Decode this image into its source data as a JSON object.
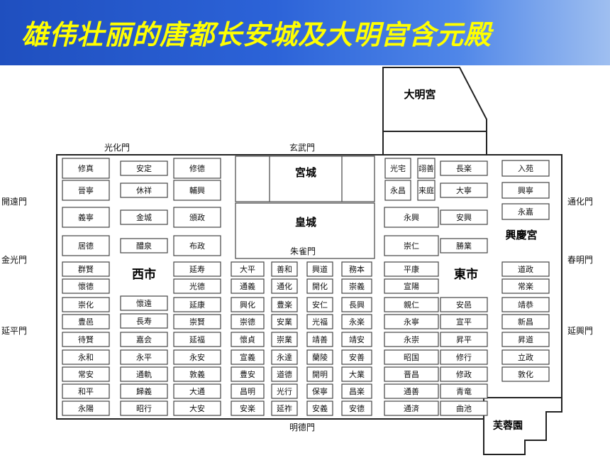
{
  "title": "雄伟壮丽的唐都长安城及大明宫含元殿",
  "gates": {
    "north_west": "光化門",
    "north_center": "玄武門",
    "south": "明德門",
    "west_1": "開遠門",
    "west_2": "金光門",
    "west_3": "延平門",
    "east_1": "通化門",
    "east_2": "春明門",
    "east_3": "延興門",
    "zhuque": "朱雀門"
  },
  "palaces": {
    "daming": "大明宮",
    "gongcheng": "宮城",
    "huangcheng": "皇城",
    "xingqing": "興慶宮",
    "furong": "芙蓉園"
  },
  "markets": {
    "west": "西市",
    "east": "東市"
  },
  "wards": {
    "col1": [
      "修真",
      "晉寧",
      "義寧",
      "居德",
      "群賢",
      "懷德",
      "崇化",
      "豊邑",
      "待賢",
      "永和",
      "常安",
      "和平",
      "永陽"
    ],
    "col2": [
      "安定",
      "休祥",
      "金城",
      "醴泉",
      "懷遠",
      "長寿",
      "嘉会",
      "永平",
      "通軌",
      "歸義",
      "昭行"
    ],
    "col3": [
      "修德",
      "輔興",
      "頒政",
      "布政",
      "延寿",
      "光德",
      "延康",
      "崇賢",
      "延福",
      "永安",
      "敦義",
      "大通",
      "大安"
    ],
    "col4": [
      "大平",
      "通義",
      "興化",
      "崇德",
      "懷貞",
      "宣義",
      "豊安",
      "昌明",
      "安楽"
    ],
    "col5": [
      "善和",
      "通化",
      "豊楽",
      "安業",
      "崇業",
      "永達",
      "道德",
      "光行",
      "延祚"
    ],
    "col6": [
      "興道",
      "開化",
      "安仁",
      "光福",
      "靖善",
      "蘭陵",
      "開明",
      "保寧",
      "安義"
    ],
    "col7": [
      "務本",
      "崇義",
      "長興",
      "永楽",
      "靖安",
      "安善",
      "大業",
      "昌楽",
      "安德"
    ],
    "col8": [
      "光宅",
      "永昌",
      "永興",
      "崇仁",
      "平康",
      "宣陽",
      "親仁",
      "永寧",
      "永崇",
      "昭国",
      "晋昌",
      "通善",
      "通済"
    ],
    "col8b": [
      "翊善",
      "来庭"
    ],
    "col9": [
      "長楽",
      "大寧",
      "安興",
      "勝業",
      "安邑",
      "宣平",
      "昇平",
      "修行",
      "修政",
      "青竜",
      "曲池"
    ],
    "col10": [
      "入苑",
      "興寧",
      "永嘉",
      "道政",
      "常楽",
      "靖恭",
      "新昌",
      "昇道",
      "立政",
      "敦化"
    ]
  }
}
